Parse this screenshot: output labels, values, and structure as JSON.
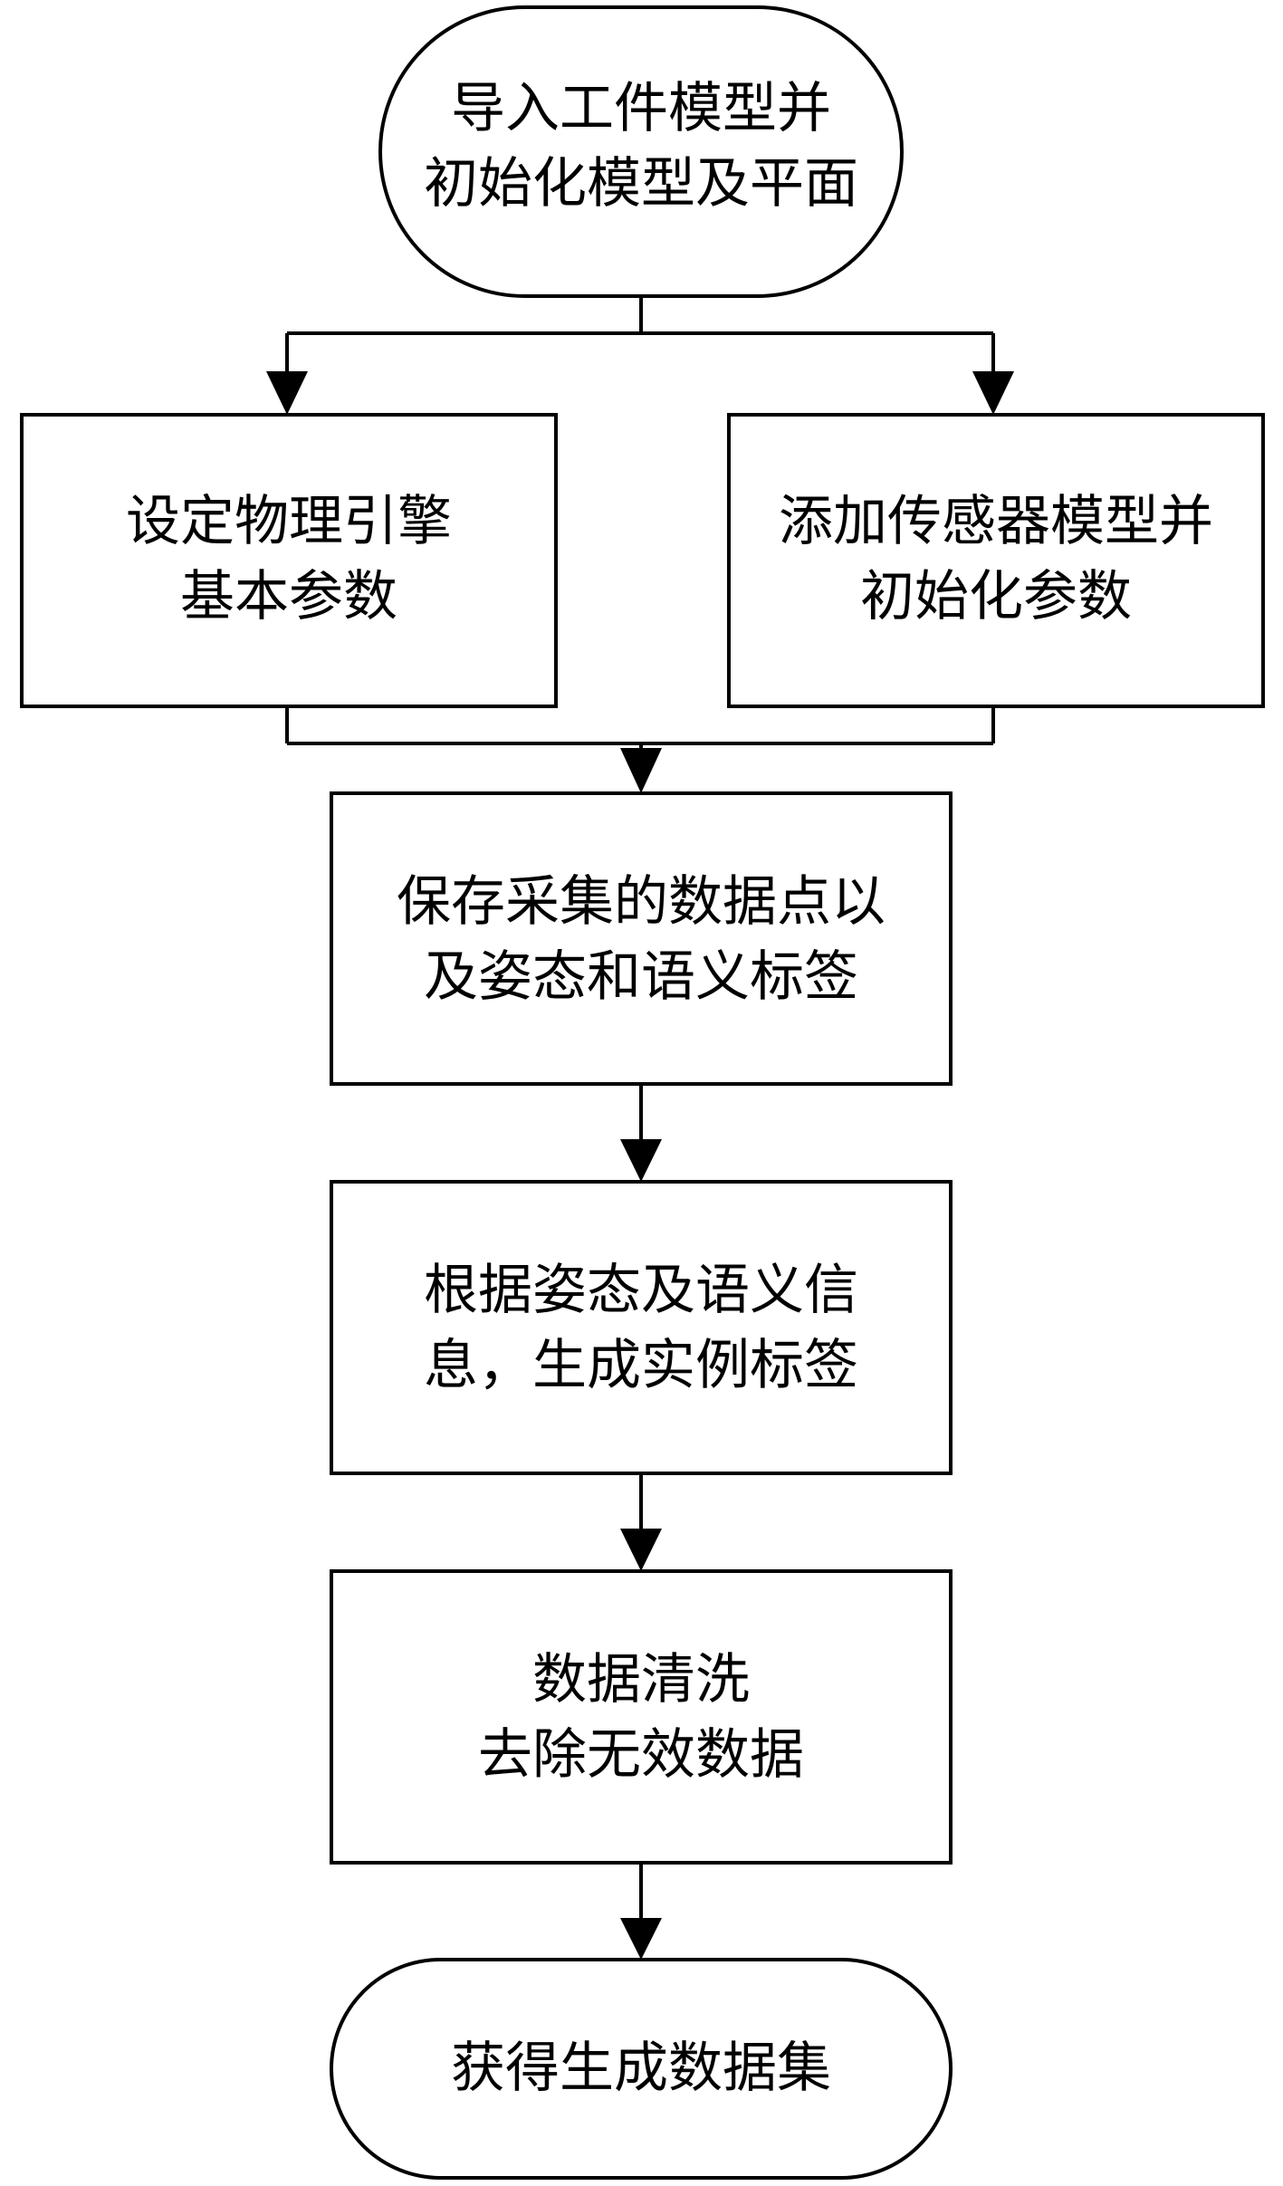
{
  "diagram": {
    "type": "flowchart",
    "nodes": {
      "start": {
        "shape": "terminal",
        "lines": [
          "导入工件模型并",
          "初始化模型及平面"
        ]
      },
      "physics": {
        "shape": "process",
        "lines": [
          "设定物理引擎",
          "基本参数"
        ]
      },
      "sensor": {
        "shape": "process",
        "lines": [
          "添加传感器模型并",
          "初始化参数"
        ]
      },
      "save": {
        "shape": "process",
        "lines": [
          "保存采集的数据点以",
          "及姿态和语义标签"
        ]
      },
      "instance": {
        "shape": "process",
        "lines": [
          "根据姿态及语义信",
          "息，生成实例标签"
        ]
      },
      "clean": {
        "shape": "process",
        "lines": [
          "数据清洗",
          "去除无效数据"
        ]
      },
      "end": {
        "shape": "terminal",
        "lines": [
          "获得生成数据集"
        ]
      }
    },
    "edges": [
      {
        "from": "start",
        "to": "physics"
      },
      {
        "from": "start",
        "to": "sensor"
      },
      {
        "from": "physics",
        "to": "save"
      },
      {
        "from": "sensor",
        "to": "save"
      },
      {
        "from": "save",
        "to": "instance"
      },
      {
        "from": "instance",
        "to": "clean"
      },
      {
        "from": "clean",
        "to": "end"
      }
    ]
  }
}
